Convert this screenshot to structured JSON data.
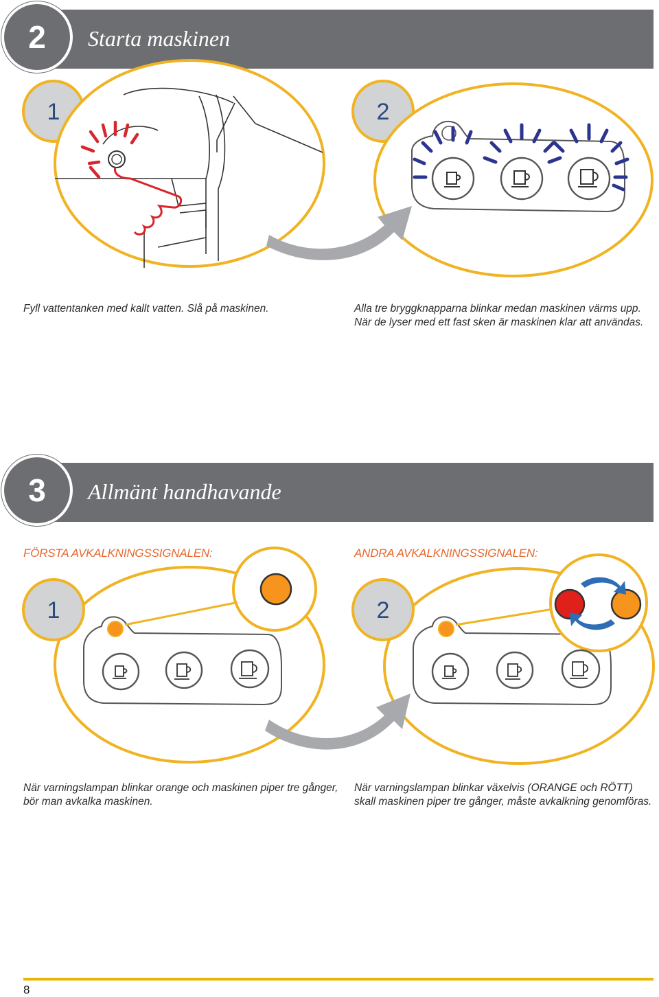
{
  "section2": {
    "number": "2",
    "title": "Starta maskinen",
    "step1": {
      "number": "1",
      "caption": "Fyll vattentanken med kallt vatten. Slå på maskinen."
    },
    "step2": {
      "number": "2",
      "caption_line1": "Alla tre bryggknapparna blinkar medan maskinen värms upp.",
      "caption_line2": "När de lyser med ett fast sken är maskinen klar att användas."
    }
  },
  "section3": {
    "number": "3",
    "title": "Allmänt handhavande",
    "signal1": {
      "label": "FÖRSTA AVKALKNINGSSIGNALEN:",
      "number": "1",
      "caption_line1": "När varningslampan blinkar orange och maskinen piper tre gånger,",
      "caption_line2": "bör man avkalka maskinen."
    },
    "signal2": {
      "label": "ANDRA AVKALKNINGSSIGNALEN:",
      "number": "2",
      "caption_line1": "När varningslampan blinkar växelvis (ORANGE och RÖTT)",
      "caption_line2": "skall maskinen piper tre gånger, måste avkalkning genomföras."
    }
  },
  "colors": {
    "header_gray": "#6d6e71",
    "callout_yellow": "#f0b323",
    "badge_fill": "#d1d3d4",
    "blink_blue": "#2b3590",
    "press_red": "#d7262c",
    "lamp_orange": "#f7941d",
    "lamp_red": "#e0201b",
    "rotate_blue": "#2f6db5",
    "arrow_gray": "#a7a9ac",
    "footer_yellow": "#e8b500"
  },
  "page_number": "8"
}
